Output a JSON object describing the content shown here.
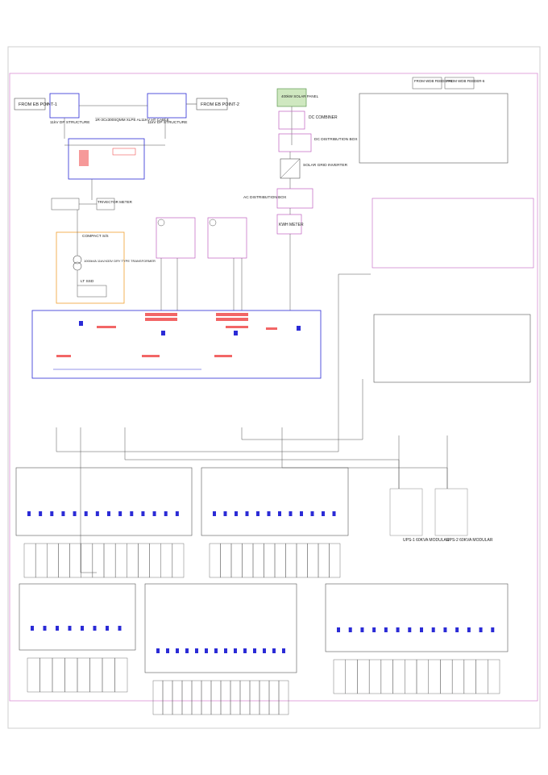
{
  "sources": {
    "eb_point_1": "FROM EB POINT-1",
    "eb_point_2": "FROM EB POINT-2",
    "dp_structure_1": "11kV DP STRUCTURE",
    "dp_structure_2": "11kV DP STRUCTURE",
    "ht_cable": "1R-3Cx300SQMM XLPE AL11KV HT CABLE"
  },
  "solar": {
    "panel": "400kW SOLAR PANEL",
    "dc_combiner": "DC COMBINER",
    "dc_box": "DC DISTRIBUTION BOX",
    "inverter": "SOLAR GRID INVERTER",
    "ac_box": "AC DISTRIBUTION BOX",
    "kwh_meter": "KWH METER"
  },
  "metering": {
    "trivector": "TRIVECTOR METER",
    "compact_ss": "COMPACT S/S",
    "transformer": "1000kVA 11kV/433V DRY TYPE TRANSFORMER",
    "lt_ssd": "LT SSD"
  },
  "feeders": {
    "wpb_feeder_5": "FROM WDB FEEDER-5",
    "wpb_feeder_6": "FROM WDB FEEDER-6"
  },
  "ups": {
    "ups1": "UPS-1 60KVA MODULAR",
    "ups2": "UPS-2 60KVA MODULAR"
  }
}
